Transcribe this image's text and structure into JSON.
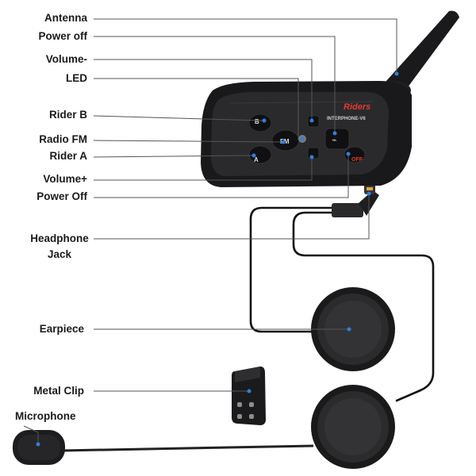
{
  "labels": {
    "antenna": "Antenna",
    "power_off_top": "Power off",
    "volume_minus": "Volume-",
    "led": "LED",
    "rider_b": "Rider B",
    "radio_fm": "Radio FM",
    "rider_a": "Rider A",
    "volume_plus": "Volume+",
    "power_off_bottom": "Power Off",
    "headphone_jack_line1": "Headphone",
    "headphone_jack_line2": "Jack",
    "earpiece": "Earpiece",
    "metal_clip": "Metal Clip",
    "microphone": "Microphone"
  },
  "device": {
    "brand": "Riders",
    "model": "INTERPHONE-V6",
    "button_b": "B",
    "button_a": "A",
    "button_fm": "FM",
    "button_off": "OFF"
  },
  "colors": {
    "callout_dot": "#2f7fe0",
    "callout_line": "#555555",
    "device_body": "#1c1c1e",
    "brand_accent": "#e23b2e"
  }
}
